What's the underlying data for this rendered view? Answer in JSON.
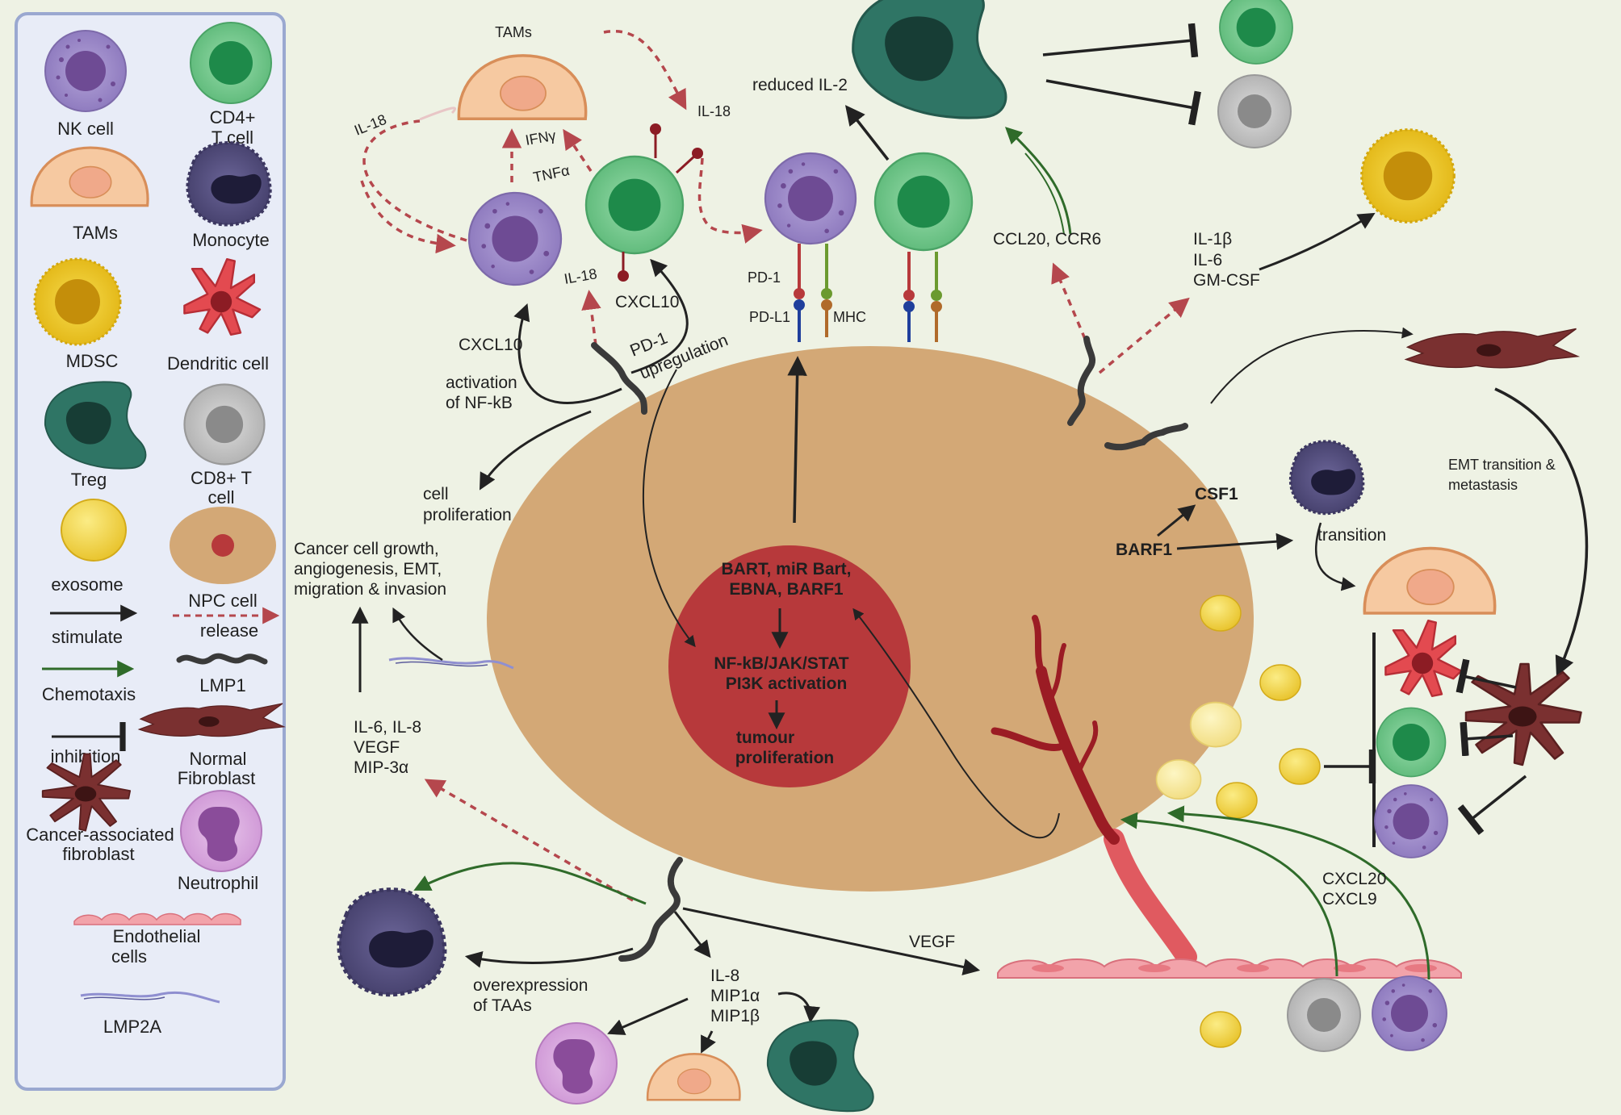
{
  "legend": {
    "nk_cell": "NK cell",
    "cd4_line1": "CD4+",
    "cd4_line2": "T cell",
    "tams": "TAMs",
    "monocyte": "Monocyte",
    "mdsc": "MDSC",
    "dendritic_cell": "Dendritic cell",
    "treg": "Treg",
    "cd8_line1": "CD8+ T",
    "cd8_line2": "cell",
    "exosome": "exosome",
    "npc_cell": "NPC cell",
    "stimulate": "stimulate",
    "release": "release",
    "chemotaxis": "Chemotaxis",
    "lmp1": "LMP1",
    "inhibition": "inhibition",
    "normal_fibro_1": "Normal",
    "normal_fibro_2": "Fibroblast",
    "caf_1": "Cancer-associated",
    "caf_2": "fibroblast",
    "neutrophil": "Neutrophil",
    "endothelial_1": "Endothelial",
    "endothelial_2": "cells",
    "lmp2a": "LMP2A"
  },
  "labels": {
    "tams_top": "TAMs",
    "il18_a": "IL-18",
    "il18_b": "IL-18",
    "il18_c": "IL-18",
    "ifng": "IFNγ",
    "tnfa": "TNFα",
    "cxcl10_a": "CXCL10",
    "cxcl10_b": "CXCL10",
    "activation_1": "activation",
    "activation_2": "of NF-kB",
    "pd1_up_1": "PD-1",
    "pd1_up_2": "upregulation",
    "reduced_il2": "reduced IL-2",
    "pd1": "PD-1",
    "pdl1": "PD-L1",
    "mhc": "MHC",
    "ccl20": "CCL20, CCR6",
    "il1b": "IL-1β",
    "il6": "IL-6",
    "gmcsf": "GM-CSF",
    "cell_prolif_1": "cell",
    "cell_prolif_2": "proliferation",
    "growth_1": "Cancer cell growth,",
    "growth_2": "angiogenesis, EMT,",
    "growth_3": "migration & invasion",
    "core_1": "BART, miR Bart,",
    "core_2": "EBNA, BARF1",
    "core_3": "NF-kB/JAK/STAT",
    "core_4": "PI3K activation",
    "core_5": "tumour",
    "core_6": "proliferation",
    "csf1": "CSF1",
    "barf1": "BARF1",
    "transition": "transition",
    "emt_1": "EMT transition &",
    "emt_2": "metastasis",
    "cyto_1": "IL-6, IL-8",
    "cyto_2": "VEGF",
    "cyto_3": "MIP-3α",
    "vegf": "VEGF",
    "taas_1": "overexpression",
    "taas_2": "of TAAs",
    "il8": "IL-8",
    "mip1a": "MIP1α",
    "mip1b": "MIP1β",
    "cxcl20": "CXCL20",
    "cxcl9": "CXCL9"
  },
  "colors": {
    "background": "#eef2e4",
    "npc_body": "#d3a876",
    "npc_core": "#b7393b",
    "stimulate": "#222222",
    "release": "#b5474d",
    "chemotaxis": "#2f6b2a",
    "nk": "#9b88c6",
    "cd4": "#72c48a",
    "treg": "#2f7565",
    "cd8": "#c2c2c2",
    "mdsc": "#ecc519",
    "tam": "#f6c9a1",
    "monocyte": "#4f4a79",
    "neutrophil": "#d9a8df",
    "dendritic": "#e34a50",
    "fibroblast": "#7a3030",
    "exosome": "#f0d048",
    "endothelial": "#f2a3aa"
  }
}
